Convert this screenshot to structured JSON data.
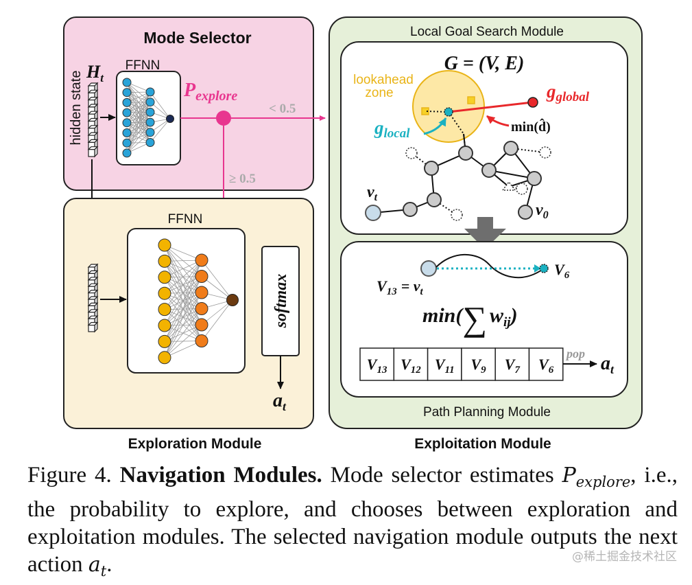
{
  "colors": {
    "mode_selector_bg": "#f7d3e4",
    "exploration_bg": "#fbf1d8",
    "exploitation_bg": "#e6f0d9",
    "pink_accent": "#e8368f",
    "blue_node": "#29a3d8",
    "yellow_node": "#f2b300",
    "orange_node": "#f07c1a",
    "brown_output": "#6b3a10",
    "lookahead_fill": "#fde8a6",
    "lookahead_stroke": "#e9b418",
    "teal": "#1ab1c1",
    "red": "#e8282b",
    "graph_node": "#cccccc",
    "start_node": "#c8dcea",
    "arrow_gray": "#6e6e6e"
  },
  "mode_selector": {
    "title": "Mode Selector",
    "hidden_state_label": "hidden state",
    "H_sym": "H",
    "H_sub": "t",
    "ffnn_label": "FFNN",
    "p_sym": "P",
    "p_sub": "explore",
    "thr_low": "< 0.5",
    "thr_high": "≥ 0.5"
  },
  "exploration": {
    "ffnn_label": "FFNN",
    "softmax_label": "softmax",
    "a_sym": "a",
    "a_sub": "t",
    "module_label": "Exploration Module"
  },
  "exploitation": {
    "local_goal_title": "Local Goal Search Module",
    "graph_eq": "G = (V, E)",
    "lookahead_line1": "lookahead",
    "lookahead_line2": "zone",
    "g_global_sym": "g",
    "g_global_sub": "global",
    "g_local_sym": "g",
    "g_local_sub": "local",
    "min_d": "min(d̂)",
    "v_t_sym": "v",
    "v_t_sub": "t",
    "v0_sym": "v",
    "v0_sub": "0",
    "path_planning_title": "Path Planning Module",
    "v6_sym": "V",
    "v6_sub": "6",
    "v13_sym": "V",
    "v13_sub": "13",
    "v13_eq": "= v",
    "v13_eq_sub": "t",
    "min_sum_prefix": "min(",
    "min_sum_sigma": "∑",
    "min_sum_w": "w",
    "min_sum_w_sub": "ij",
    "min_sum_suffix": ")",
    "queue": [
      {
        "sym": "V",
        "sub": "13"
      },
      {
        "sym": "V",
        "sub": "12"
      },
      {
        "sym": "V",
        "sub": "11"
      },
      {
        "sym": "V",
        "sub": "9"
      },
      {
        "sym": "V",
        "sub": "7"
      },
      {
        "sym": "V",
        "sub": "6"
      }
    ],
    "pop_label": "pop",
    "a_sym": "a",
    "a_sub": "t",
    "module_label": "Exploitation Module"
  },
  "caption": {
    "prefix": "Figure 4. ",
    "bold": "Navigation Modules.",
    "text1": " Mode selector estimates ",
    "p_sym": "P",
    "p_sub": "explore",
    "text2": ", i.e., the probability to explore, and chooses between exploration and exploitation modules. The selected navigation module outputs the next action ",
    "a_sym": "a",
    "a_sub": "t",
    "text3": "."
  },
  "watermark": "@稀土掘金技术社区"
}
